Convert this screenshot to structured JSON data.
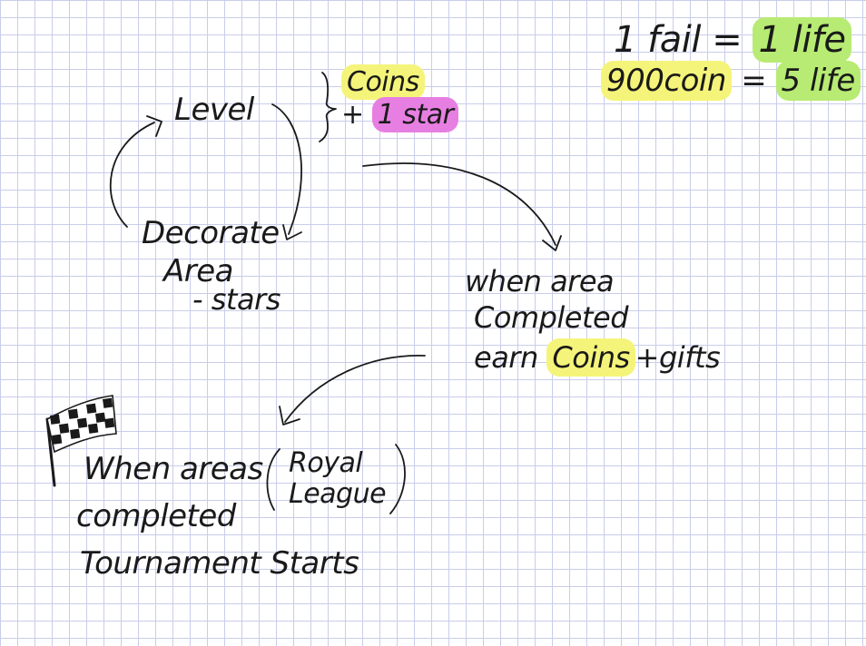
{
  "top_right": {
    "line1_left": "1 fail =",
    "line1_right": "1 life",
    "line2_left": "900coin",
    "line2_eq": "=",
    "line2_right": "5 life"
  },
  "level": {
    "label": "Level"
  },
  "reward": {
    "coins": "Coins",
    "plus": "+",
    "star": "1 star"
  },
  "decorate": {
    "line1": "Decorate",
    "line2": "Area",
    "line3": "- stars"
  },
  "area_completed": {
    "line1": "when area",
    "line2": "Completed",
    "line3_prefix": "earn",
    "line3_coins": "Coins",
    "line3_suffix": "+gifts"
  },
  "tournament": {
    "line1": "When areas",
    "line2": "completed",
    "line3": "Tournament Starts"
  },
  "royal": {
    "line1": "Royal",
    "line2": "League"
  },
  "colors": {
    "yellow_highlight": "#f5f47a",
    "green_highlight": "#b7eb73",
    "pink_highlight": "#e77fe2",
    "ink": "#1a1a1a",
    "grid": "#c9cdea"
  },
  "icons": [
    "checkered-flag-icon",
    "brace-icon"
  ]
}
